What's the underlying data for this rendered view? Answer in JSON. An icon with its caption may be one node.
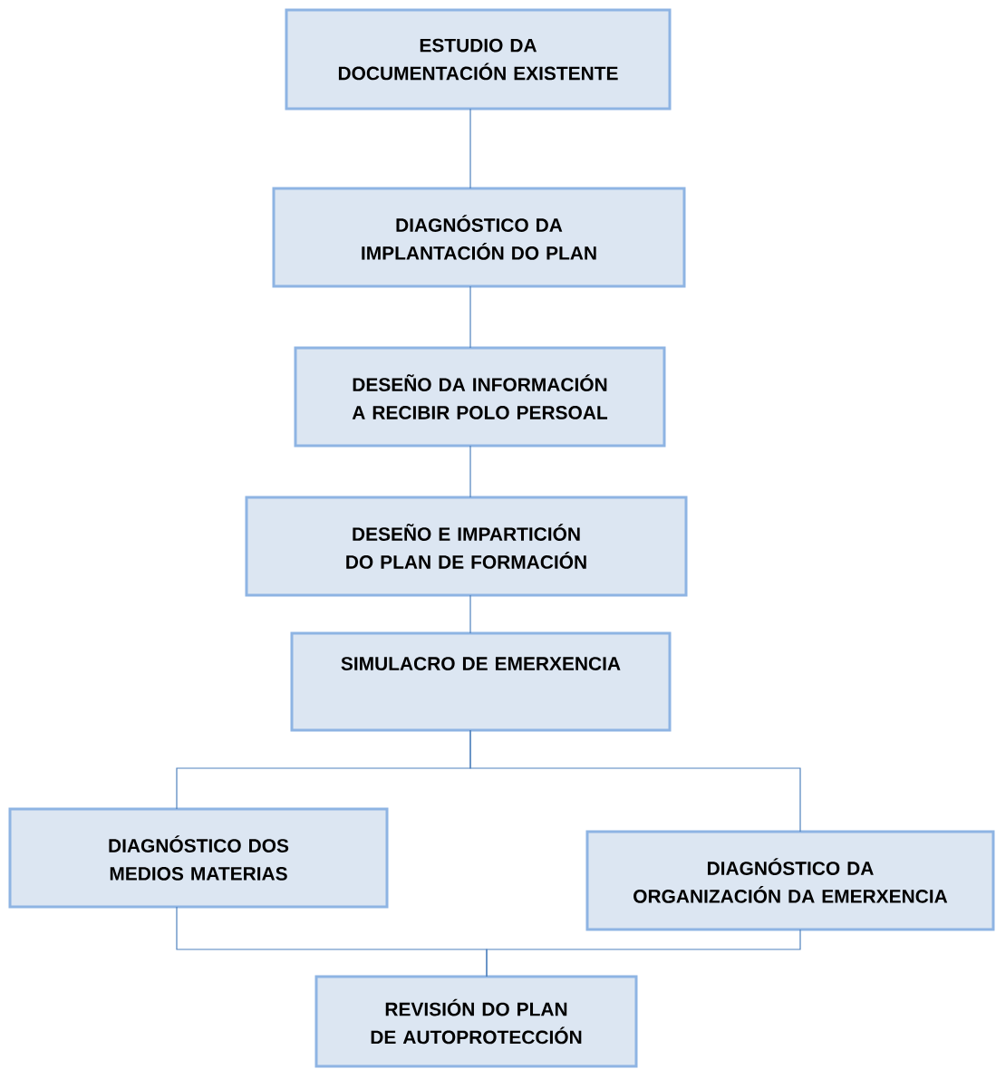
{
  "diagram": {
    "nodes": [
      {
        "text": [
          "ESTUDIO DA DOCUMENTACIÓN EXISTENTE"
        ]
      },
      {
        "text": [
          "DIAGNÓSTICO DA IMPLANTACIÓN DO PLAN"
        ]
      },
      {
        "text": [
          "DESEÑO DA INFORMACIÓN A RECIBIR POLO PERSOAL"
        ]
      },
      {
        "text": [
          "DESEÑO E IMPARTICIÓN DO PLAN DE FORMACIÓN"
        ]
      },
      {
        "text": [
          "SIMULACRO DE EMERXENCIA"
        ]
      },
      {
        "text": [
          "DIAGNÓSTICO DOS MEDIOS MATERIAS"
        ]
      },
      {
        "text": [
          "DIAGNÓSTICO DA ORGANIZACIÓN DA EMERXENCIA"
        ]
      },
      {
        "text": [
          "REVISIÓN DO PLAN DE AUTOPROTECCIÓN"
        ]
      }
    ],
    "edges": [
      {
        "from": 0,
        "to": 1,
        "arrow": "none"
      },
      {
        "from": 1,
        "to": 2,
        "arrow": "none"
      },
      {
        "from": 2,
        "to": 3,
        "arrow": "none"
      },
      {
        "from": 3,
        "to": 4,
        "arrow": "none"
      },
      {
        "from": 4,
        "to": 5,
        "arrow": "none"
      },
      {
        "from": 4,
        "to": 6,
        "arrow": "none"
      },
      {
        "from": 5,
        "to": 7,
        "arrow": "none"
      },
      {
        "from": 6,
        "to": 7,
        "arrow": "none"
      }
    ]
  }
}
